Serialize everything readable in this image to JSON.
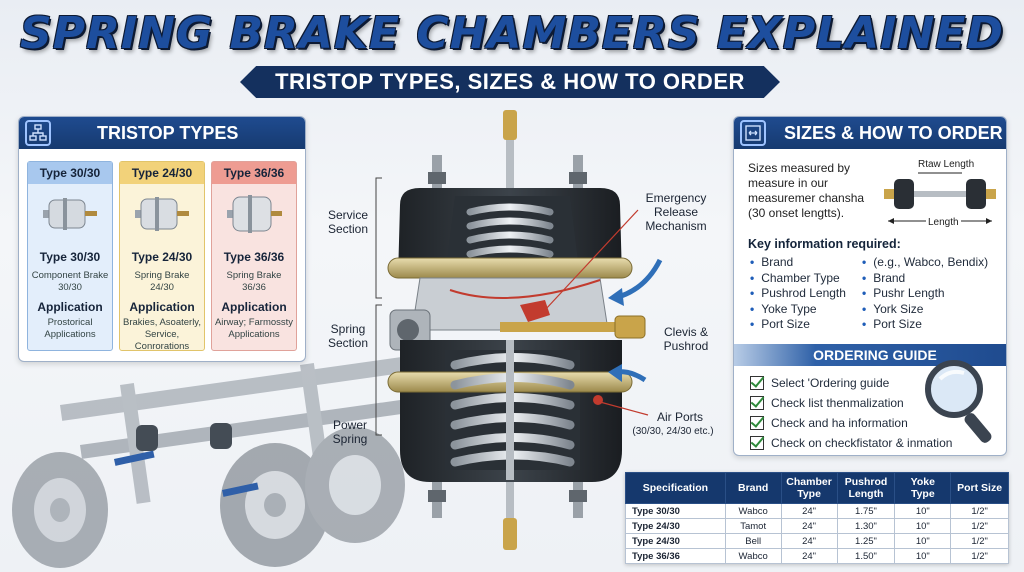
{
  "title": "SPRING BRAKE CHAMBERS EXPLAINED",
  "subtitle": "TRISTOP TYPES, SIZES & HOW TO ORDER",
  "colors": {
    "navy": "#15386d",
    "accent_blue": "#1f5db8",
    "check_green": "#2e8b3a"
  },
  "types_panel": {
    "title": "TRISTOP TYPES",
    "icon": "flowchart-icon",
    "cards": [
      {
        "header": "Type 30/30",
        "label": "Type 30/30",
        "desc": "Component Brake 30/30",
        "app_title": "Application",
        "app_desc": "Prostorical Applications"
      },
      {
        "header": "Type 24/30",
        "label": "Type 24/30",
        "desc": "Spring Brake 24/30",
        "app_title": "Application",
        "app_desc": "Brakies, Asoaterly, Service, Conrorations"
      },
      {
        "header": "Type 36/36",
        "label": "Type 36/36",
        "desc": "Spring Brake 36/36",
        "app_title": "Application",
        "app_desc": "Airway; Farmossty Applications"
      }
    ]
  },
  "diagram": {
    "labels": {
      "service_section": "Service Section",
      "spring_section": "Spring Section",
      "power_spring": "Power Spring",
      "emergency_release": "Emergency Release Mechanism",
      "clevis_pushrod": "Clevis & Pushrod",
      "air_ports": "Air Ports",
      "air_ports_sub": "(30/30, 24/30 etc.)"
    }
  },
  "sizes_panel": {
    "title": "SIZES & HOW TO ORDER",
    "icon": "measure-icon",
    "sizes_text": "Sizes measured by measure in our measuremer chansha (30 onset lengtts).",
    "fig_top_label": "Rtaw Length",
    "fig_bottom_label": "Length",
    "key_title": "Key information required:",
    "key_left": [
      "Brand",
      "Chamber Type",
      "Pushrod Length",
      "Yoke Type",
      "Port Size"
    ],
    "key_right": [
      "(e.g., Wabco, Bendix)",
      "Brand",
      "Pushr Length",
      "York Size",
      "Port Size"
    ],
    "ordering_title": "ORDERING GUIDE",
    "ordering_steps": [
      "Select 'Ordering guide",
      "Check list thenmalization",
      "Check and ha information",
      "Check on checkfistator & inmation"
    ]
  },
  "spec_table": {
    "headers": [
      "Specification",
      "Brand",
      "Chamber Type",
      "Pushrod Length",
      "Yoke Type",
      "Port Size"
    ],
    "rows": [
      [
        "Type 30/30",
        "Wabco",
        "24\"",
        "1.75\"",
        "10\"",
        "1/2\""
      ],
      [
        "Type 24/30",
        "Tamot",
        "24\"",
        "1.30\"",
        "10\"",
        "1/2\""
      ],
      [
        "Type 24/30",
        "Bell",
        "24\"",
        "1.25\"",
        "10\"",
        "1/2\""
      ],
      [
        "Type 36/36",
        "Wabco",
        "24\"",
        "1.50\"",
        "10\"",
        "1/2\""
      ]
    ]
  }
}
